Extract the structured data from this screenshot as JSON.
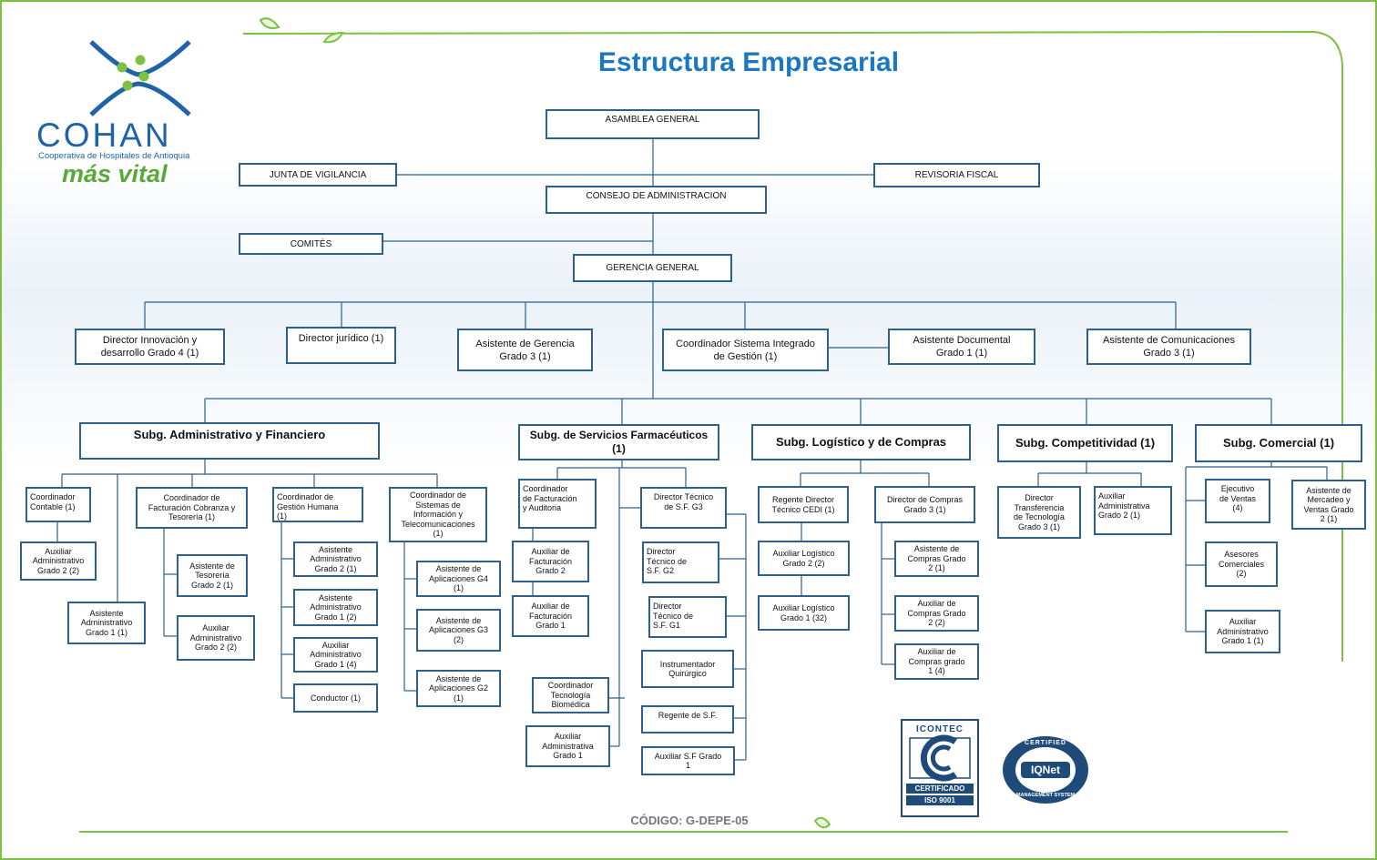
{
  "title": "Estructura Empresarial",
  "code": "CÓDIGO: G-DEPE-05",
  "logo": {
    "name": "COHAN",
    "subtitle": "Cooperativa de Hospitales de Antioquia",
    "tagline": "más vital"
  },
  "certifications": {
    "icontec": {
      "top": "ICONTEC",
      "label": "CERTIFICADO",
      "standard": "ISO 9001"
    },
    "iqnet": {
      "ring_top": "CERTIFIED",
      "name": "IQNet",
      "ring_bottom": "MANAGEMENT SYSTEM"
    }
  },
  "colors": {
    "accent": "#1a78c2",
    "border": "#2e5f8e",
    "frame": "#7ec142",
    "line": "#2e5f8e"
  },
  "org": {
    "asamblea": "ASAMBLEA  GENERAL",
    "junta": "JUNTA  DE VIGILANCIA",
    "revisoria": "REVISORIA FISCAL",
    "consejo": "CONSEJO  DE ADMINISTRACION",
    "comites": "COMITÉS",
    "gerencia": "GERENCIA  GENERAL",
    "directors": {
      "innovacion": "Director Innovación y\ndesarrollo Grado 4 (1)",
      "juridico": "Director jurídico (1)",
      "asistente_gerencia": "Asistente de Gerencia\nGrado 3  (1)",
      "coordinador_sig": "Coordinador Sistema Integrado\nde Gestión (1)",
      "asistente_documental": "Asistente Documental\nGrado 1 (1)",
      "asistente_comunicaciones": "Asistente  de Comunicaciones\nGrado 3 (1)"
    },
    "subg": {
      "administrativo": "Subg. Administrativo y Financiero",
      "farmaceuticos": "Subg. de Servicios Farmacéuticos\n(1)",
      "logistico": "Subg. Logístico y de Compras",
      "competitividad": "Subg. Competitividad (1)",
      "comercial": "Subg. Comercial (1)"
    },
    "admin_units": {
      "coord_contable": "Coordinador\nContable (1)",
      "aux_admin_g2": "Auxiliar\nAdministrativo\nGrado  2 (2)",
      "asist_admin_g1": "Asistente\nAdministrativo\nGrado 1 (1)",
      "coord_facturacion": "Coordinador de\nFacturación Cobranza  y\nTesorería  (1)",
      "asist_tesoreria": "Asistente de\nTesorería\nGrado  2 (1)",
      "aux_admin_g2b": "Auxiliar\nAdministrativo\nGrado  2 (2)",
      "coord_gh": "Coordinador de\nGestión Humana\n(1)",
      "gh_asist_g2": "Asistente\nAdministrativo\nGrado  2 (1)",
      "gh_asist_g1": "Asistente\nAdministrativo\nGrado  1 (2)",
      "gh_aux_g1": "Auxiliar\nAdministrativo\nGrado  1 (4)",
      "gh_conductor": "Conductor  (1)",
      "coord_sistemas": "Coordinador de\nSistemas de\nInformación  y\nTelecomunicaciones\n(1)",
      "apl_g4": "Asistente de\nAplicaciones G4\n(1)",
      "apl_g3": "Asistente de\nAplicaciones G3\n(2)",
      "apl_g2": "Asistente de\nAplicaciones G2\n(1)"
    },
    "farma_units": {
      "coord_fact_aud": "Coordinador\nde Facturación\ny Auditoria",
      "aux_fact_g2": "Auxiliar de\nFacturación\nGrado  2",
      "aux_fact_g1": "Auxiliar de\nFacturación\nGrado  1",
      "coord_biomedica": "Coordinador\nTecnología\nBiomédica",
      "aux_admin_g1": "Auxiliar\nAdministrativa\nGrado  1",
      "dir_g3": "Director Técnico\nde S.F. G3",
      "dir_g2": "Director\nTécnico de\nS.F. G2",
      "dir_g1": "Director\nTécnico de\nS.F. G1",
      "instrumentador": "Instrumentador\nQuirúrgico",
      "regente": "Regente de S.F.",
      "aux_sf_g1": "Auxiliar S.F Grado\n1"
    },
    "logistica_units": {
      "regente_cedi": "Regente Director\nTécnico CEDI (1)",
      "aux_log_g2": "Auxiliar  Logístico\nGrado  2 (2)",
      "aux_log_g1": "Auxiliar Logístico\nGrado  1 (32)",
      "dir_compras": "Director de Compras\nGrado  3 (1)",
      "asist_compras": "Asistente de\nCompras Grado\n2 (1)",
      "aux_compras_g2": "Auxiliar de\nCompras Grado\n2 (2)",
      "aux_compras_g1": "Auxiliar de\nCompras grado\n1  (4)"
    },
    "competitividad_units": {
      "dir_tecnologia": "Director\nTransferencia\nde Tecnología\nGrado 3 (1)",
      "aux_admin_g2": "Auxiliar\nAdministrativa\nGrado  2 (1)"
    },
    "comercial_units": {
      "ejecutivo": "Ejecutivo\nde Ventas\n(4)",
      "asesores": "Asesores\nComerciales\n(2)",
      "aux_admin_g1": "Auxiliar\nAdministrativo\nGrado  1 (1)",
      "asist_mercadeo": "Asistente de\nMercadeo  y\nVentas Grado\n2  (1)"
    }
  }
}
